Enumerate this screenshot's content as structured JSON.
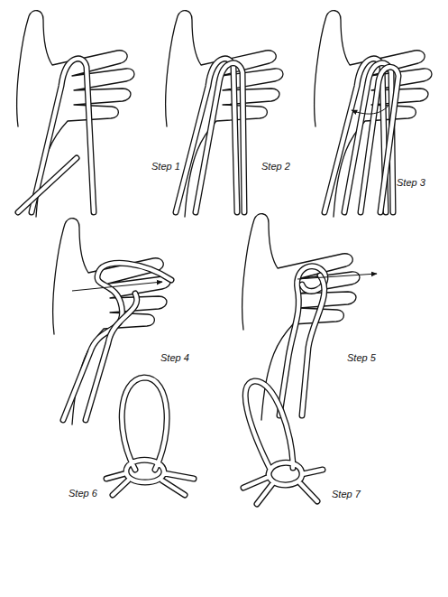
{
  "diagram": {
    "labels": [
      "Step 1",
      "Step 2",
      "Step 3",
      "Step 4",
      "Step 5",
      "Step 6",
      "Step 7"
    ]
  }
}
